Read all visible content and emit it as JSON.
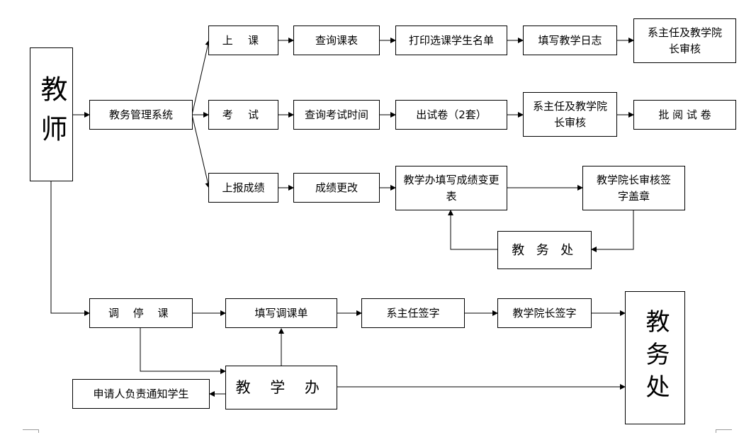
{
  "teacher": "教师",
  "system": "教务管理系统",
  "class_row": {
    "start": "上 课",
    "query": "查询课表",
    "print": "打印选课学生名单",
    "log": "填写教学日志",
    "approve": "系主任及教学院长审核"
  },
  "exam_row": {
    "start": "考 试",
    "query": "查询考试时间",
    "paper": "出试卷（2套）",
    "approve": "系主任及教学院长审核",
    "grade": "批 阅 试 卷"
  },
  "score_row": {
    "start": "上报成绩",
    "change": "成绩更改",
    "form": "教学办填写成绩变更表",
    "sign": "教学院长审核签字盖章",
    "office": "教 务 处"
  },
  "adjust_row": {
    "start": "调 停 课",
    "form": "填写调课单",
    "dept_sign": "系主任签字",
    "dean_sign": "教学院长签字",
    "teaching_office": "教 学 办",
    "notify": "申请人负责通知学生",
    "affairs": "教务处"
  }
}
